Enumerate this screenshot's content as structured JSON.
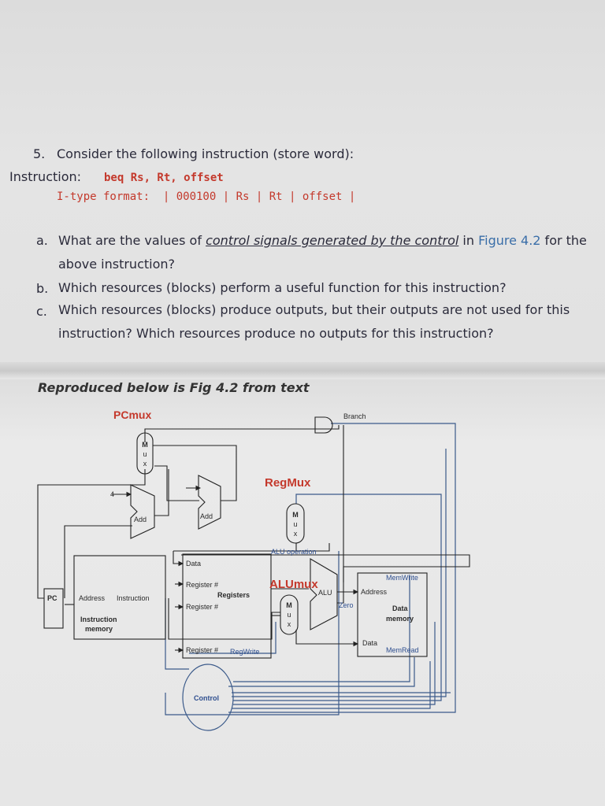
{
  "question": {
    "number": "5.",
    "text": "Consider the following instruction (store word):",
    "instruction_label": "Instruction:",
    "instruction_code": "beq Rs, Rt, offset",
    "format_code": "I-type format:  | 000100 | Rs | Rt | offset |",
    "items": [
      {
        "letter": "a.",
        "pre": "What are the values of ",
        "underlined": "control signals generated by the control",
        "mid": " in ",
        "figref": "Figure 4.2",
        "post": " for the above instruction?"
      },
      {
        "letter": "b.",
        "text": "Which resources (blocks) perform a useful function for this instruction?"
      },
      {
        "letter": "c.",
        "text": "Which resources (blocks) produce outputs, but their outputs are not used for this instruction? Which resources produce no outputs for this instruction?"
      }
    ]
  },
  "figure": {
    "caption": "Reproduced below is Fig 4.2 from text",
    "annotations": {
      "pcmux": "PCmux",
      "regmux": "RegMux",
      "alumux": "ALUmux"
    },
    "labels": {
      "branch": "Branch",
      "mux_letters": [
        "M",
        "u",
        "x"
      ],
      "four": "4",
      "add": "Add",
      "pc": "PC",
      "address": "Address",
      "instruction": "Instruction",
      "instruction_memory_1": "Instruction",
      "instruction_memory_2": "memory",
      "data": "Data",
      "register1": "Register #",
      "registers": "Registers",
      "register2": "Register #",
      "register3": "Register #",
      "regwrite": "RegWrite",
      "alu_operation": "ALU operation",
      "alu": "ALU",
      "zero": "Zero",
      "memwrite": "MemWrite",
      "dm_address": "Address",
      "data_memory_1": "Data",
      "data_memory_2": "memory",
      "dm_data": "Data",
      "memread": "MemRead",
      "control": "Control"
    }
  }
}
